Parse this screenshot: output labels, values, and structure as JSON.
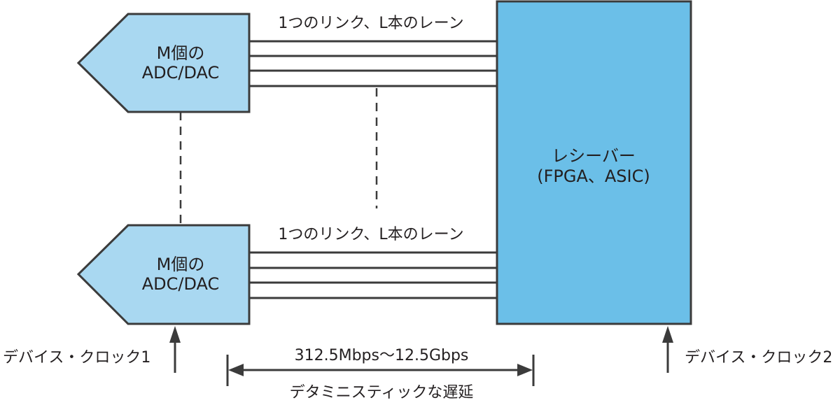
{
  "colors": {
    "converter_fill": "#a9d8f1",
    "receiver_fill": "#6bbfe8",
    "stroke": "#3b3b3b"
  },
  "top_converter": {
    "line1": "M個の",
    "line2": "ADC/DAC"
  },
  "bottom_converter": {
    "line1": "M個の",
    "line2": "ADC/DAC"
  },
  "top_link_label": "1つのリンク、L本のレーン",
  "bottom_link_label": "1つのリンク、L本のレーン",
  "receiver": {
    "line1": "レシーバー",
    "line2": "(FPGA、ASIC)"
  },
  "clock1_label": "デバイス・クロック1",
  "clock2_label": "デバイス・クロック2",
  "rate_label": "312.5Mbps～12.5Gbps",
  "latency_label": "デタミニスティックな遅延"
}
